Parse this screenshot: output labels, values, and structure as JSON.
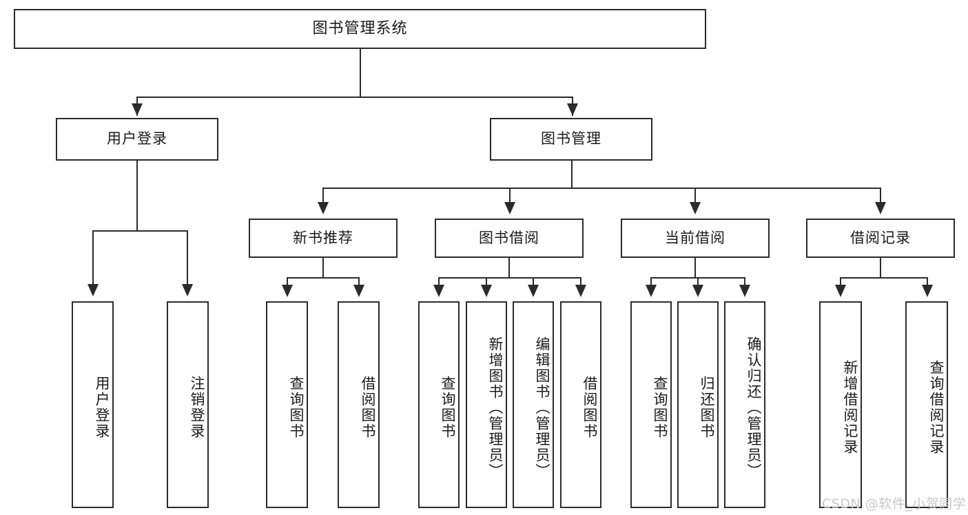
{
  "diagram": {
    "type": "tree-hierarchy-chart",
    "title": "图书管理系统",
    "root": {
      "label": "图书管理系统"
    },
    "level2": [
      {
        "label": "用户登录"
      },
      {
        "label": "图书管理"
      }
    ],
    "level3": [
      {
        "label": "新书推荐"
      },
      {
        "label": "图书借阅"
      },
      {
        "label": "当前借阅"
      },
      {
        "label": "借阅记录"
      }
    ],
    "leaves": {
      "user_login": [
        {
          "label": "用户登录"
        },
        {
          "label": "注销登录"
        }
      ],
      "new_book_recommend": [
        {
          "label": "查询图书"
        },
        {
          "label": "借阅图书"
        }
      ],
      "book_borrow": [
        {
          "label": "查询图书"
        },
        {
          "label": "新增图书（管理员）"
        },
        {
          "label": "编辑图书（管理员）"
        },
        {
          "label": "借阅图书"
        }
      ],
      "current_borrow": [
        {
          "label": "查询图书"
        },
        {
          "label": "归还图书"
        },
        {
          "label": "确认归还（管理员）"
        }
      ],
      "borrow_record": [
        {
          "label": "新增借阅记录"
        },
        {
          "label": "查询借阅记录"
        }
      ]
    }
  },
  "watermark": {
    "text": "CSDN @软件_小贺同学"
  },
  "colors": {
    "stroke": "#2b2b2b",
    "background": "#ffffff",
    "text": "#1a1a1a",
    "watermark": "#c8c8c8"
  }
}
